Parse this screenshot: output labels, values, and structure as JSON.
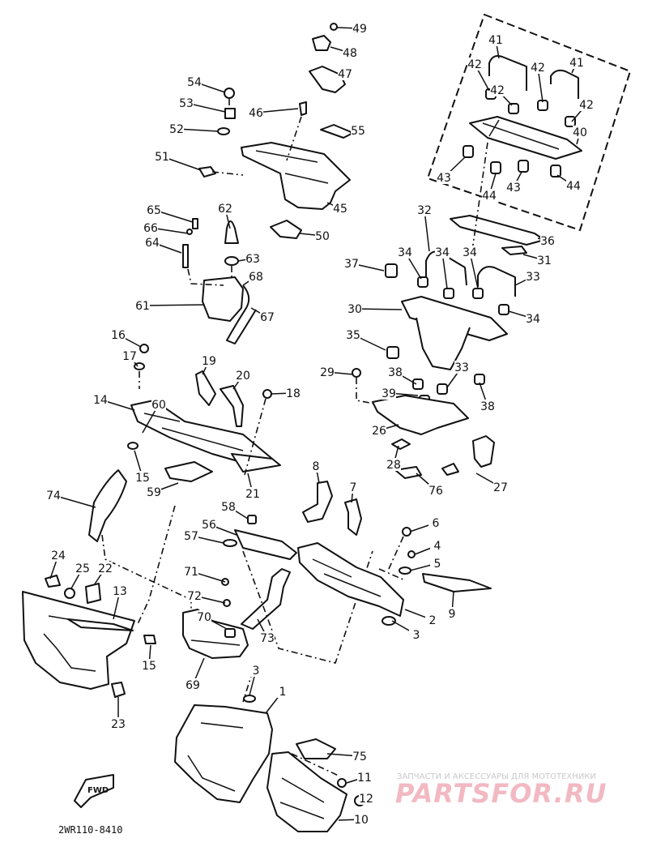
{
  "diagram": {
    "drawing_code": "2WR110-8410",
    "fwd_label": "FWD",
    "watermark": {
      "tagline": "ЗАПЧАСТИ И АКСЕССУАРЫ ДЛЯ МОТОТЕХНИКИ",
      "logo": "PARTSFOR.RU"
    },
    "callouts": [
      "1",
      "2",
      "3",
      "3",
      "4",
      "5",
      "6",
      "7",
      "8",
      "9",
      "10",
      "11",
      "12",
      "13",
      "14",
      "15",
      "15",
      "16",
      "17",
      "18",
      "19",
      "20",
      "21",
      "22",
      "23",
      "24",
      "25",
      "26",
      "27",
      "28",
      "29",
      "30",
      "31",
      "32",
      "33",
      "33",
      "34",
      "34",
      "34",
      "34",
      "35",
      "36",
      "37",
      "38",
      "38",
      "39",
      "40",
      "41",
      "41",
      "42",
      "42",
      "42",
      "42",
      "43",
      "43",
      "44",
      "44",
      "45",
      "46",
      "47",
      "48",
      "49",
      "50",
      "51",
      "52",
      "53",
      "54",
      "55",
      "56",
      "57",
      "58",
      "59",
      "60",
      "61",
      "62",
      "63",
      "64",
      "65",
      "66",
      "67",
      "68",
      "69",
      "70",
      "71",
      "72",
      "73",
      "74",
      "75",
      "76"
    ]
  }
}
